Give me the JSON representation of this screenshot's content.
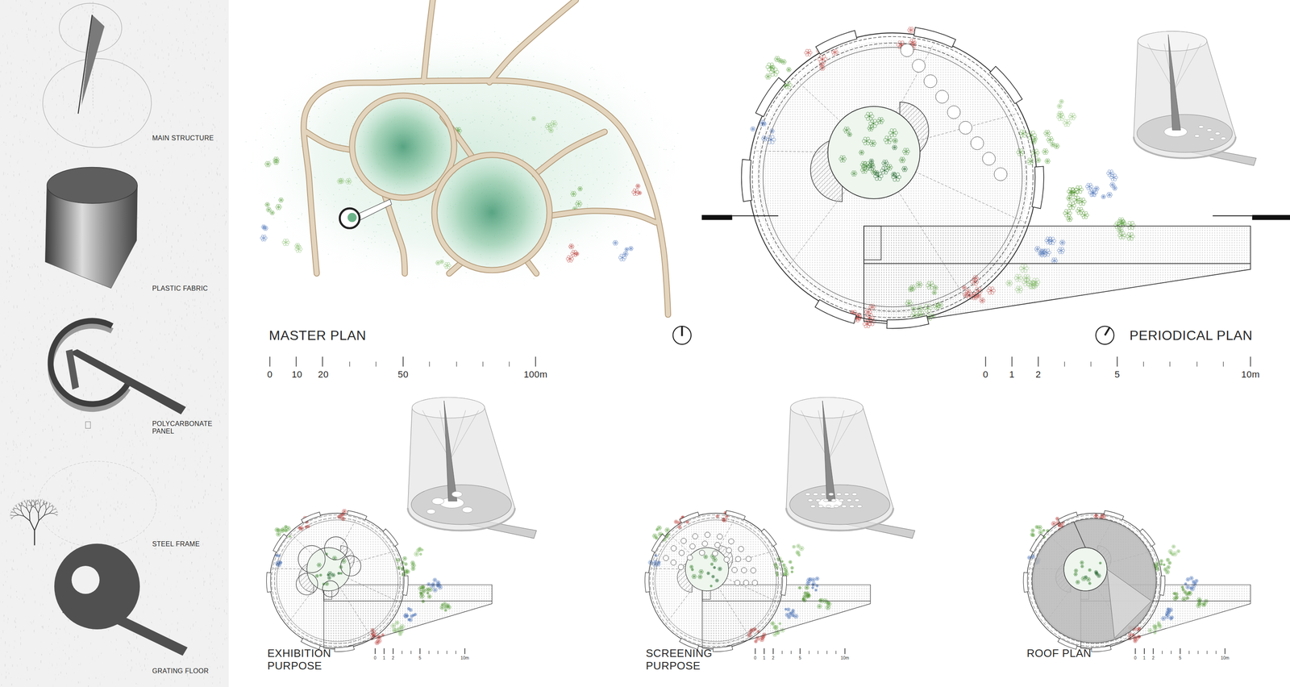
{
  "diagram": {
    "labels": [
      "MAIN STRUCTURE",
      "PLASTIC FABRIC",
      "POLYCARBONATE PANEL",
      "STEEL FRAME",
      "GRATING FLOOR",
      "MASTER PLAN",
      "0",
      "10",
      "20",
      "50",
      "100m",
      "PERIODICAL PLAN",
      "0",
      "1",
      "2",
      "5",
      "10m",
      "EXHIBITION PURPOSE",
      "0",
      "1",
      "2",
      "5",
      "10m",
      "SCREENING PURPOSE",
      "0",
      "1",
      "2",
      "5",
      "10m",
      "ROOF PLAN",
      "0",
      "1",
      "2",
      "5",
      "10m"
    ]
  }
}
